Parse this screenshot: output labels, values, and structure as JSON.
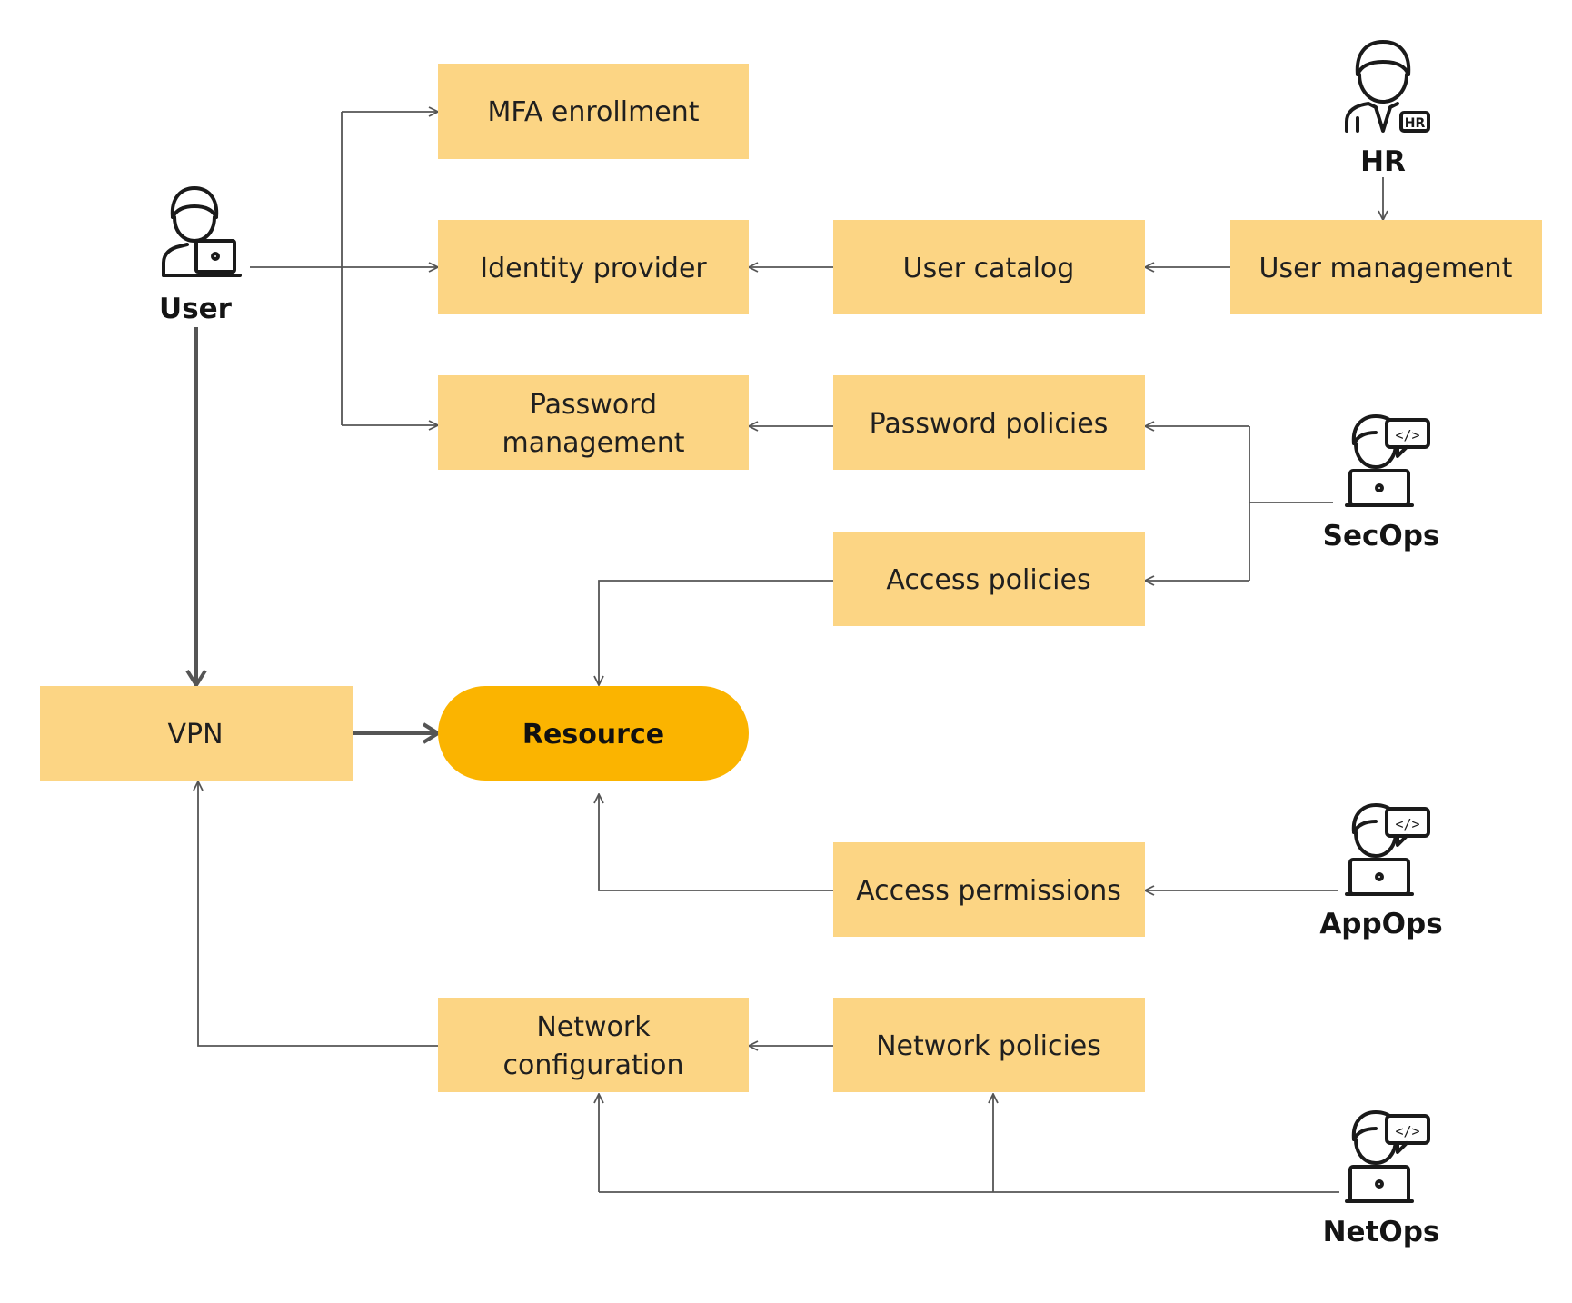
{
  "colors": {
    "box_fill": "#fcd584",
    "resource_fill": "#fbb400",
    "connector": "#555555",
    "text": "#1f1f1f"
  },
  "boxes": {
    "mfa_enrollment": "MFA enrollment",
    "identity_provider": "Identity provider",
    "user_catalog": "User catalog",
    "user_management": "User management",
    "password_management_line1": "Password",
    "password_management_line2": "management",
    "password_policies": "Password policies",
    "access_policies": "Access policies",
    "vpn": "VPN",
    "resource": "Resource",
    "access_permissions": "Access permissions",
    "network_configuration_line1": "Network",
    "network_configuration_line2": "configuration",
    "network_policies": "Network policies"
  },
  "actors": {
    "user": {
      "label": "User",
      "icon": "person-laptop-icon"
    },
    "hr": {
      "label": "HR",
      "icon": "hr-person-icon",
      "badge": "HR"
    },
    "secops": {
      "label": "SecOps",
      "icon": "developer-icon",
      "bubble": "</>"
    },
    "appops": {
      "label": "AppOps",
      "icon": "developer-icon",
      "bubble": "</>"
    },
    "netops": {
      "label": "NetOps",
      "icon": "developer-icon",
      "bubble": "</>"
    }
  }
}
